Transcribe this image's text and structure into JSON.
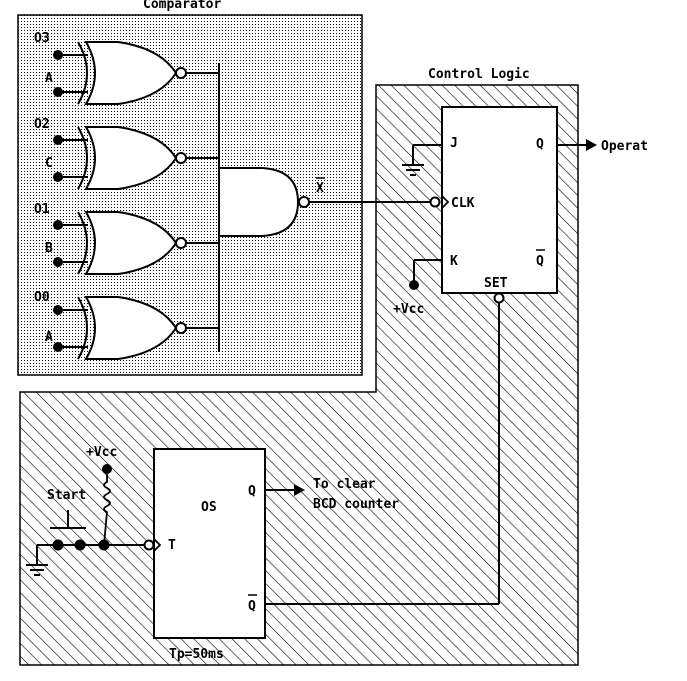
{
  "comparator": {
    "title": "Comparator",
    "inputs": [
      {
        "top": "O3",
        "bottom": "A"
      },
      {
        "top": "O2",
        "bottom": "C"
      },
      {
        "top": "O1",
        "bottom": "B"
      },
      {
        "top": "O0",
        "bottom": "A"
      }
    ],
    "output": "X"
  },
  "control_logic": {
    "title": "Control Logic",
    "ff": {
      "j": "J",
      "k": "K",
      "clk": "CLK",
      "q": "Q",
      "qbar": "Q",
      "set": "SET"
    },
    "output": "Operat",
    "vcc": "+Vcc"
  },
  "one_shot": {
    "label": "OS",
    "q": "Q",
    "qbar": "Q",
    "t": "T",
    "tp": "Tp=50ms",
    "q_note_line1": "To clear",
    "q_note_line2": "BCD counter",
    "start": "Start",
    "vcc": "+Vcc"
  }
}
